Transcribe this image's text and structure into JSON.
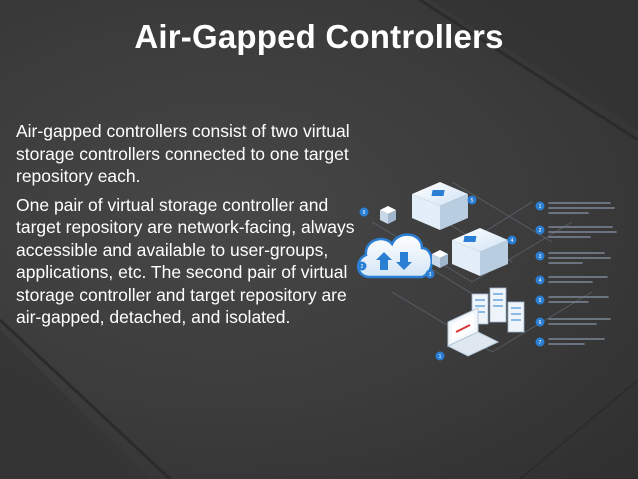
{
  "slide": {
    "title": "Air-Gapped Controllers",
    "paragraphs": [
      "Air-gapped controllers consist of two virtual storage controllers connected to one target repository each.",
      "One pair of virtual storage controller and target repository are network-facing, always accessible and available to user-groups, applications, etc. The second pair of virtual storage controller and target repository are air-gapped, detached, and isolated."
    ]
  },
  "illustration": {
    "icon": "network-storage-illustration",
    "numbers": [
      "1",
      "2",
      "3",
      "4",
      "5",
      "6"
    ],
    "legend_numbers": [
      "1",
      "2",
      "3",
      "4",
      "5",
      "6",
      "7"
    ]
  },
  "colors": {
    "background": "#3a3a3a",
    "text": "#ffffff",
    "accent": "#2a7fd4"
  }
}
